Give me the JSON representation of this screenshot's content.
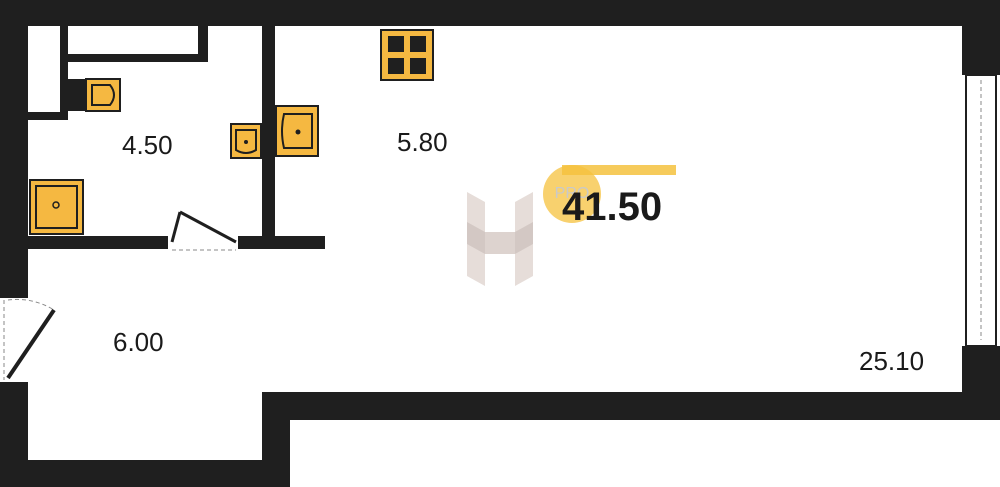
{
  "rooms": {
    "bathroom_area": "4.50",
    "kitchen_area": "5.80",
    "hall_area": "6.00",
    "living_area": "25.10"
  },
  "total_area": "41.50",
  "badge_text": "PRO",
  "colors": {
    "wall": "#1f1f1f",
    "fixture": "#f5b841",
    "background": "#ffffff"
  },
  "icons": [
    "toilet-icon",
    "sink-icon",
    "shower-icon",
    "stove-icon",
    "watermark-logo-icon"
  ]
}
